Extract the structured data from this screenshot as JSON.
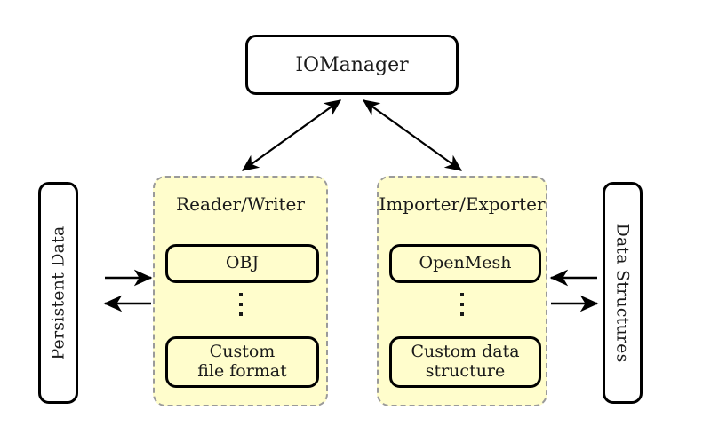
{
  "diagram": {
    "title_node": {
      "label": "IOManager"
    },
    "left_side_box": {
      "label": "Persistent Data",
      "orientation": "rotate-ccw"
    },
    "right_side_box": {
      "label": "Data Structures",
      "orientation": "rotate-cw"
    },
    "panels": [
      {
        "title": "Reader/Writer",
        "items": [
          {
            "label": "OBJ"
          },
          {
            "label": "⋮"
          },
          {
            "label": "Custom\nfile format"
          }
        ]
      },
      {
        "title": "Importer/Exporter",
        "items": [
          {
            "label": "OpenMesh"
          },
          {
            "label": "⋮"
          },
          {
            "label": "Custom data\nstructure"
          }
        ]
      }
    ],
    "connections": [
      {
        "name": "iomanager-to-reader-writer",
        "style": "double-headed-diagonal"
      },
      {
        "name": "iomanager-to-importer-exporter",
        "style": "double-headed-diagonal"
      },
      {
        "name": "persistent-data-to-reader",
        "style": "arrow-right"
      },
      {
        "name": "writer-to-persistent-data",
        "style": "arrow-left"
      },
      {
        "name": "data-structures-to-importer",
        "style": "arrow-left"
      },
      {
        "name": "exporter-to-data-structures",
        "style": "arrow-right"
      }
    ],
    "colors": {
      "panel_fill": "#fffdcc",
      "panel_border": "#9a9a9a",
      "node_border": "#000000",
      "text": "#1a1a1a",
      "background": "#ffffff"
    }
  }
}
